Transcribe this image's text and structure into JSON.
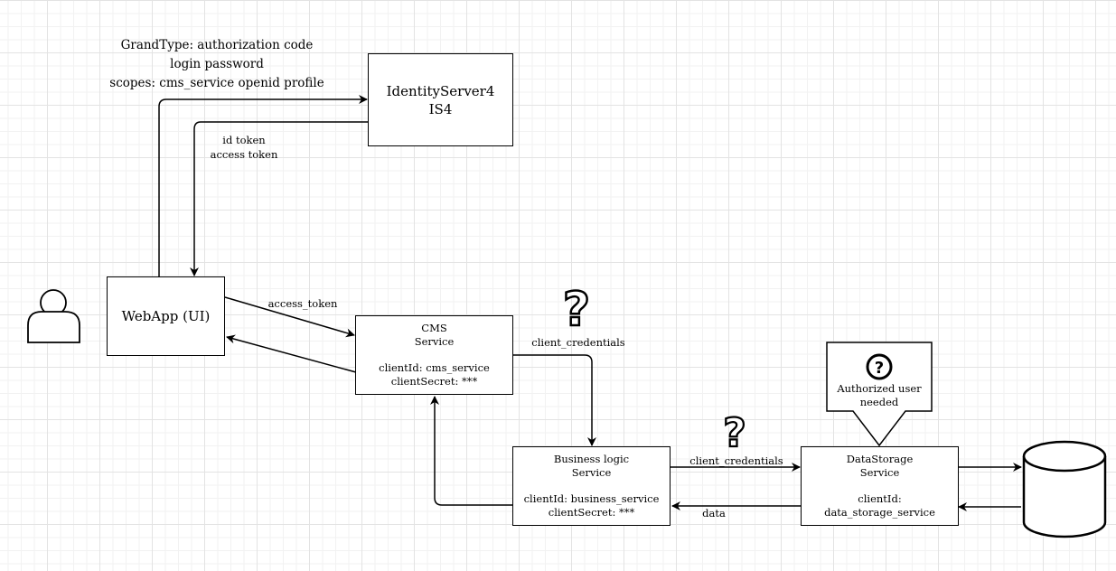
{
  "nodes": {
    "identity_server": {
      "line1": "IdentityServer4",
      "line2": "IS4"
    },
    "webapp": {
      "label": "WebApp (UI)"
    },
    "cms": {
      "line1": "CMS",
      "line2": "Service",
      "line3": "clientId: cms_service",
      "line4": "clientSecret: ***"
    },
    "business": {
      "line1": "Business logic",
      "line2": "Service",
      "line3": "clientId: business_service",
      "line4": "clientSecret: ***"
    },
    "datastorage": {
      "line1": "DataStorage",
      "line2": "Service",
      "line3": "clientId: data_storage_service"
    },
    "callout": {
      "line1": "Authorized user",
      "line2": "needed"
    }
  },
  "edges": {
    "auth_request": {
      "line1": "GrandType: authorization code",
      "line2": "login password",
      "line3": "scopes: cms_service openid profile"
    },
    "tokens": {
      "line1": "id token",
      "line2": "access token"
    },
    "access_token": "access_token",
    "client_credentials_cms_bl": "client_credentials",
    "client_credentials_bl_ds": "client_credentials",
    "data": "data"
  },
  "icons": [
    "user-icon",
    "question-mark-icon",
    "question-circle-icon",
    "database-icon"
  ]
}
